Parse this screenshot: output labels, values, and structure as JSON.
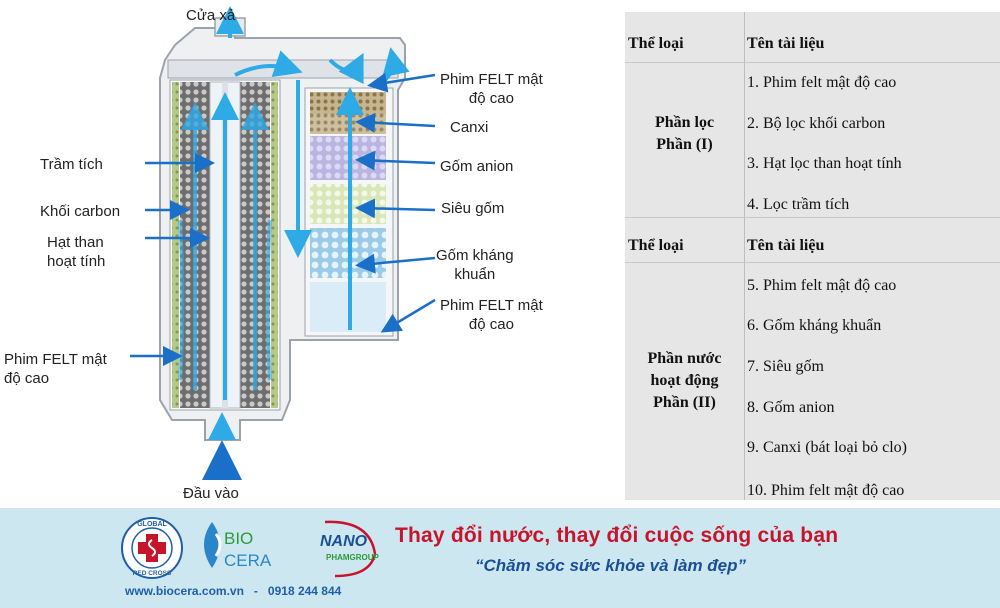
{
  "diagram": {
    "label_outlet": "Cửa xả",
    "label_inlet": "Đầu vào",
    "left_labels": {
      "sediment": "Trầm tích",
      "carbon_block": "Khối carbon",
      "activated_carbon": "Hạt than\nhoạt tính",
      "felt_film": "Phim FELT mật\nđộ cao"
    },
    "right_labels": {
      "felt_top": "Phim FELT mật\nđộ cao",
      "calcium": "Canxi",
      "anion": "Gốm anion",
      "super_ceramic": "Siêu gốm",
      "antibacterial": "Gốm kháng\nkhuẩn",
      "felt_bottom": "Phim FELT mật\nđộ cao"
    },
    "colors": {
      "arrow": "#1a6fc8",
      "flow": "#2eaae6",
      "housing": "#d9dde2"
    }
  },
  "table": {
    "header1": {
      "col1": "Thể loại",
      "col2": "Tên tài liệu"
    },
    "group1_name": "Phần lọc\nPhần (I)",
    "group1_items": [
      "1. Phim felt mật độ cao",
      "2. Bộ lọc khối carbon",
      "3. Hạt lọc than hoạt tính",
      "4. Lọc trầm tích"
    ],
    "header2": {
      "col1": "Thể loại",
      "col2": "Tên tài liệu"
    },
    "group2_name": "Phần nước\nhoạt động\nPhần (II)",
    "group2_items": [
      "5. Phim felt mật độ cao",
      "6. Gốm kháng khuẩn",
      "7. Siêu gốm",
      "8. Gốm anion",
      "9. Canxi (bát loại bỏ clo)",
      "10. Phim felt mật độ cao"
    ]
  },
  "footer": {
    "logo1_top": "GLOBAL",
    "logo1_bottom": "RED CROSS",
    "logo2_line1": "BIO",
    "logo2_line2": "CERA",
    "logo3_line1": "NANO",
    "logo3_line2": "PHAMGROUP",
    "slogan": "Thay đổi nước, thay đổi cuộc sống của bạn",
    "tagline": "“Chăm sóc sức khỏe và làm đẹp”",
    "contact": "www.biocera.com.vn   -   0918 244 844",
    "colors": {
      "red": "#c8142a",
      "blue": "#1a4f96",
      "bg": "#cde7f1"
    }
  }
}
